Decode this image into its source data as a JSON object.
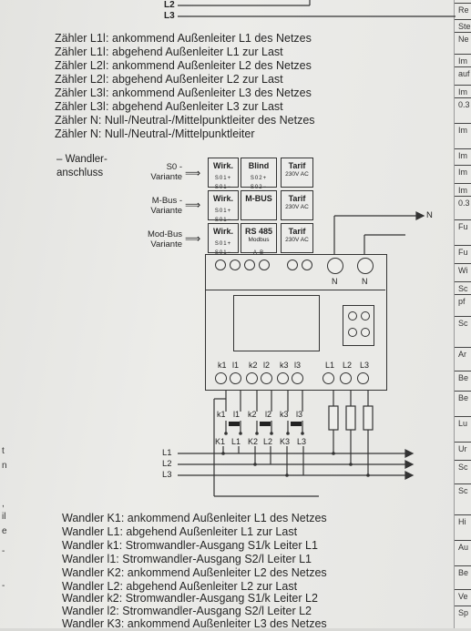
{
  "top": {
    "l2": "L2",
    "l3": "L3"
  },
  "legend": [
    "Zähler L1ǀ: ankommend Außenleiter L1 des Netzes",
    "Zähler L1ǀ: abgehend Außenleiter L1 zur Last",
    "Zähler L2ǀ: ankommend Außenleiter L2 des Netzes",
    "Zähler L2ǀ: abgehend Außenleiter L2 zur Last",
    "Zähler L3ǀ: ankommend Außenleiter L3 des Netzes",
    "Zähler L3ǀ: abgehend Außenleiter L3 zur Last",
    "Zähler N: Null-/Neutral-/Mittelpunktleiter des Netzes",
    "Zähler N: Null-/Neutral-/Mittelpunktleiter"
  ],
  "wandler": {
    "line1": "– Wandler-",
    "line2": "anschluss"
  },
  "variants": [
    {
      "line1": "S0 -",
      "line2": "Variante"
    },
    {
      "line1": "M-Bus -",
      "line2": "Variante"
    },
    {
      "line1": "Mod-Bus",
      "line2": "Variante"
    }
  ],
  "arrow": "⟹",
  "boxes": {
    "row1": [
      {
        "title": "Wirk.",
        "sub": "",
        "pins": "S01+ S01−"
      },
      {
        "title": "Blind",
        "sub": "",
        "pins": "S02+ S02−"
      },
      {
        "title": "Tarif",
        "sub": "230V AC",
        "pins": ""
      }
    ],
    "row2": [
      {
        "title": "Wirk.",
        "sub": "",
        "pins": "S01+ S01−"
      },
      {
        "title": "M-BUS",
        "sub": "",
        "pins": ""
      },
      {
        "title": "Tarif",
        "sub": "230V AC",
        "pins": ""
      }
    ],
    "row3": [
      {
        "title": "Wirk.",
        "sub": "",
        "pins": "S01+ S01−"
      },
      {
        "title": "RS 485",
        "sub": "Modbus",
        "pins": "A    B"
      },
      {
        "title": "Tarif",
        "sub": "230V AC",
        "pins": ""
      }
    ]
  },
  "n_labels": {
    "main": "N",
    "left": "N",
    "right": "N"
  },
  "terminals": [
    "k1",
    "l1",
    "k2",
    "l2",
    "k3",
    "l3",
    "L1",
    "L2",
    "L3"
  ],
  "ct_upper": [
    "k1",
    "l1",
    "k2",
    "l2",
    "k3",
    "l3"
  ],
  "ct_lower": [
    "K1",
    "L1",
    "K2",
    "L2",
    "K3",
    "L3"
  ],
  "lines": [
    "L1",
    "L2",
    "L3"
  ],
  "footer": [
    "Wandler K1: ankommend Außenleiter L1 des Netzes",
    "Wandler L1: abgehend Außenleiter L1 zur Last",
    "Wandler k1: Stromwandler-Ausgang S1/k Leiter L1",
    "Wandler l1: Stromwandler-Ausgang S2/l Leiter L1",
    "Wandler K2: ankommend Außenleiter L2 des Netzes",
    "Wandler L2: abgehend Außenleiter L2 zur Last",
    "Wandler k2: Stromwandler-Ausgang S1/k Leiter L2",
    "Wandler l2: Stromwandler-Ausgang S2/l Leiter L2",
    "Wandler K3: ankommend Außenleiter L3 des Netzes"
  ],
  "right_page": [
    "Re",
    "Ste",
    "Ne",
    "Im",
    "auf",
    "Im",
    "0.3",
    "Im",
    "Im",
    "Im",
    "Im",
    "0.3",
    "Fu",
    "Fu",
    "Wi",
    "Sc",
    "pf",
    "Sc",
    "Ar",
    "Be",
    "Be",
    "Lu",
    "Ur",
    "Sc",
    "Sc",
    "Hi",
    "Au",
    "Be",
    "Ve",
    "Sp"
  ],
  "margin_chars": [
    "t",
    "n",
    ",",
    "il",
    "e",
    "-",
    "-"
  ]
}
